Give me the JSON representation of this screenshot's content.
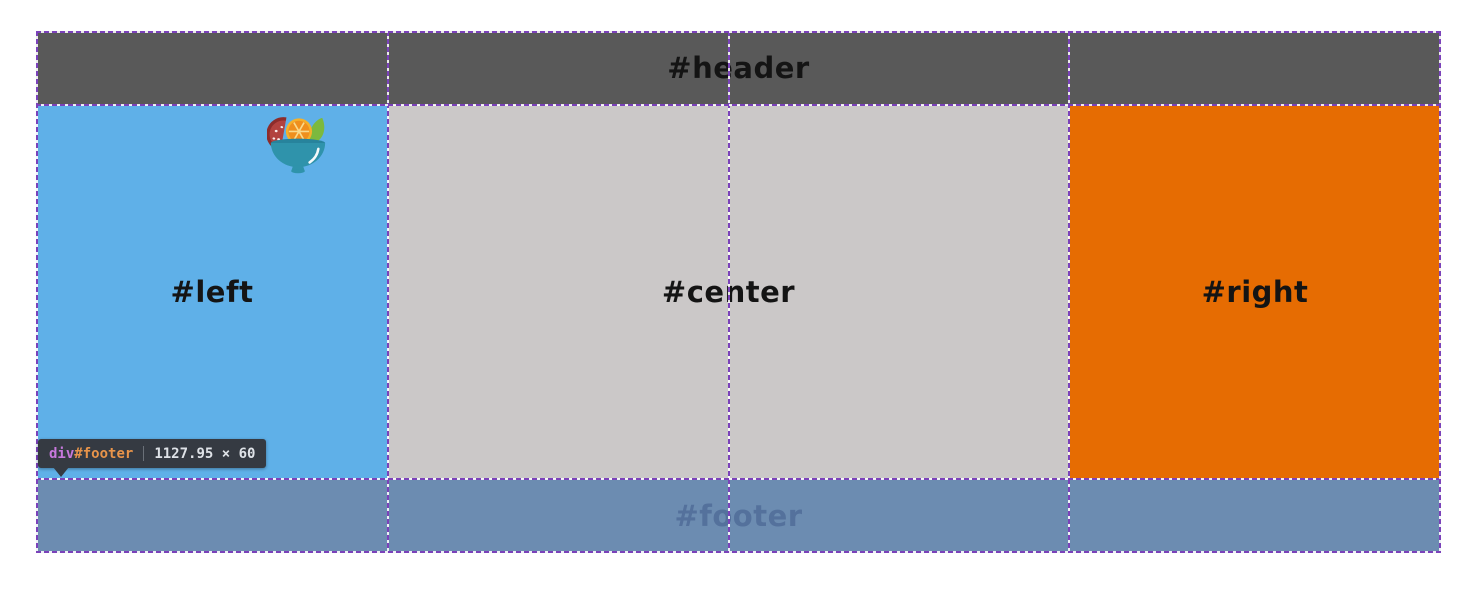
{
  "panels": {
    "header": {
      "label": "#header",
      "bg": "#595959"
    },
    "left": {
      "label": "#left",
      "bg": "#5fb0e8"
    },
    "center": {
      "label": "#center",
      "bg": "#cbc8c8"
    },
    "right": {
      "label": "#right",
      "bg": "#e66c02"
    },
    "footer": {
      "label": "#footer",
      "bg": "#6c8cb1",
      "label_color": "#54719c"
    }
  },
  "overlay": {
    "grid_line_color": "#7b42ba"
  },
  "tooltip": {
    "tag": "div",
    "id": "#footer",
    "separator": "|",
    "dimensions": "1127.95 × 60",
    "tag_color": "#c778dd",
    "id_color": "#e8944a",
    "bg": "#353a42"
  },
  "icons": {
    "fruit_bowl": {
      "name": "fruit-bowl-image",
      "bowl_color": "#2f93ab"
    }
  }
}
